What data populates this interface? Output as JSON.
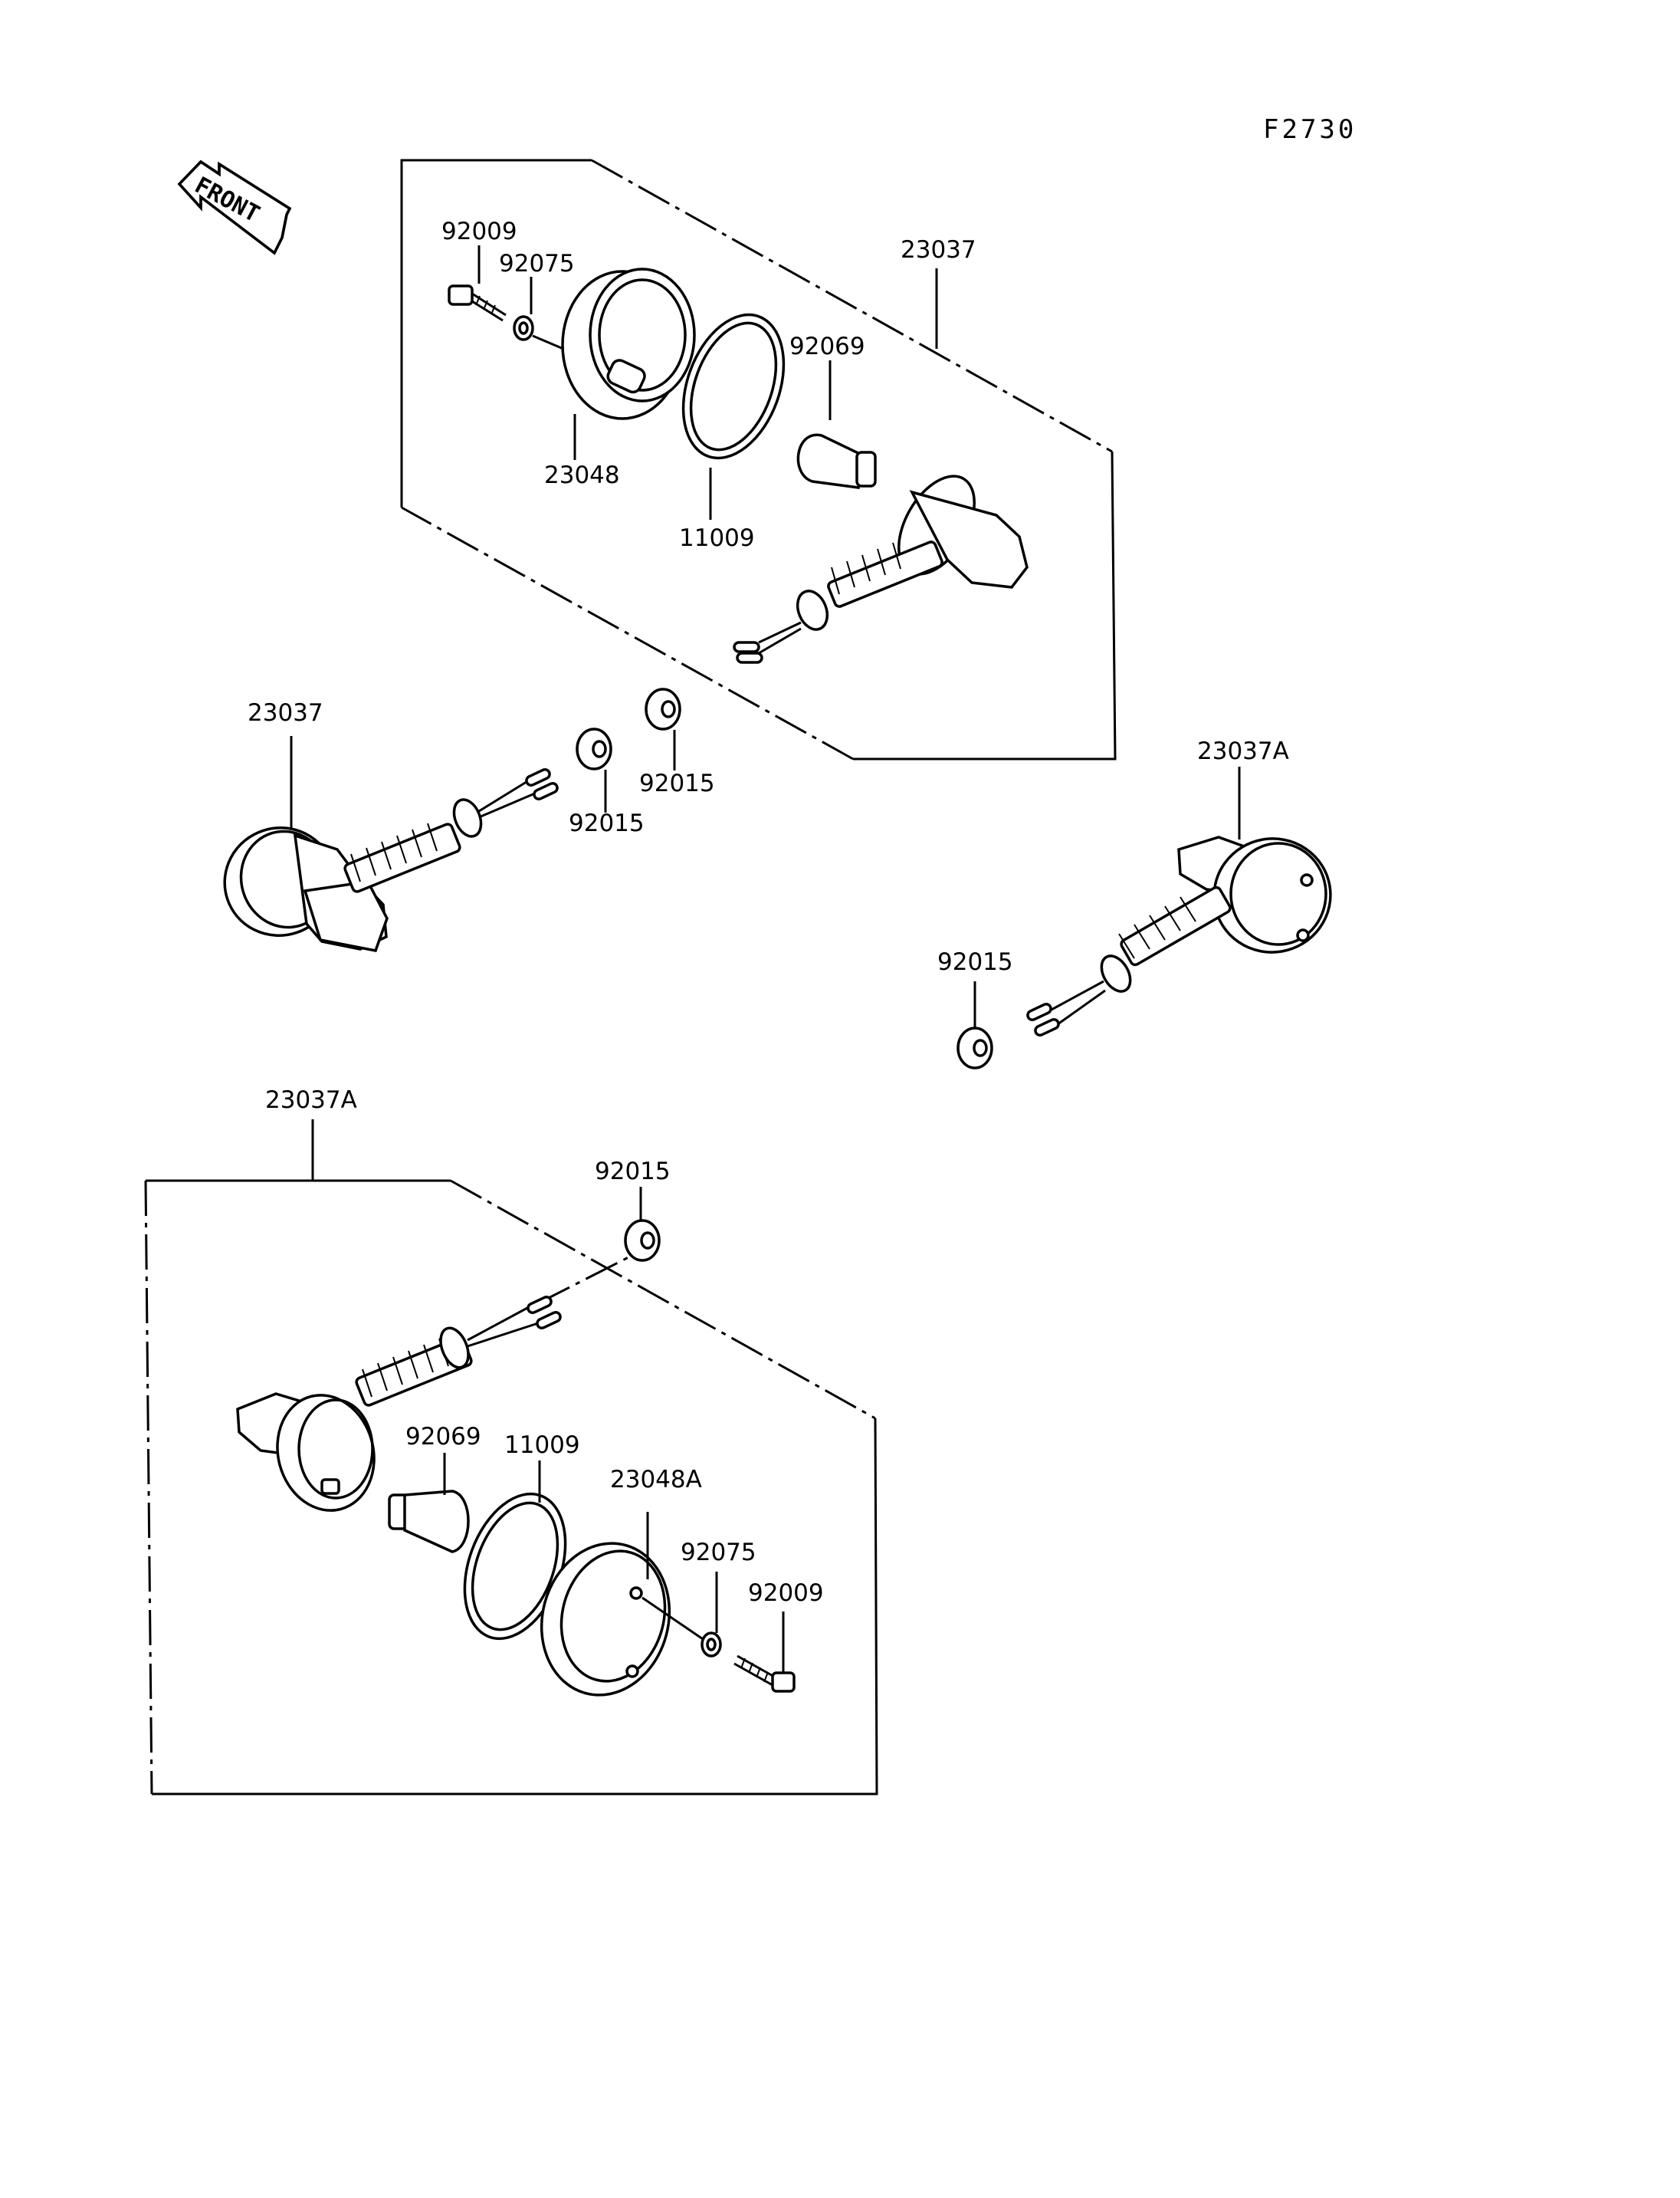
{
  "diagram": {
    "reference_code": "F2730",
    "front_label": "FRONT",
    "part_labels": {
      "a1_23037": "23037",
      "a1_92009": "92009",
      "a1_92075": "92075",
      "a1_23048": "23048",
      "a1_11009": "11009",
      "a1_92069": "92069",
      "s_23037": "23037",
      "s_92015a": "92015",
      "s_92015b": "92015",
      "s_23037A": "23037A",
      "s_92015c": "92015",
      "a2_23037A": "23037A",
      "a2_92015": "92015",
      "a2_92069": "92069",
      "a2_11009": "11009",
      "a2_23048A": "23048A",
      "a2_92075": "92075",
      "a2_92009": "92009"
    }
  }
}
